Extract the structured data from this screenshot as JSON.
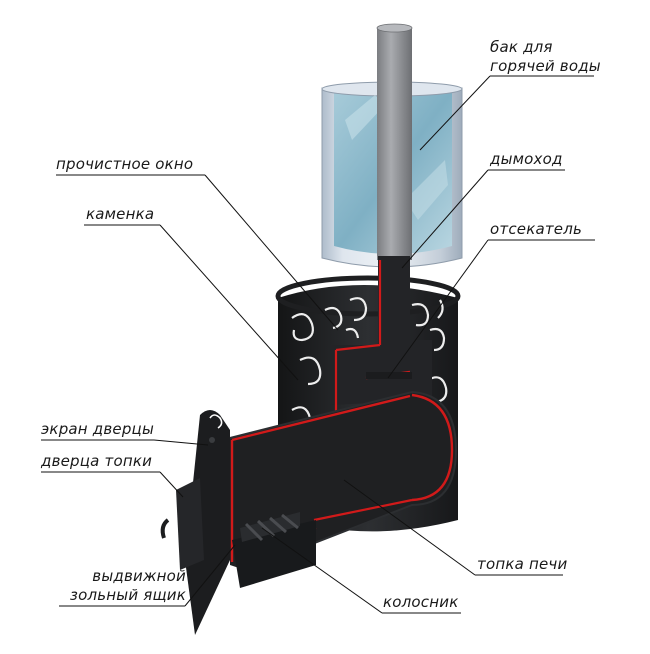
{
  "labels": {
    "water_tank": [
      "бак для",
      "горячей воды"
    ],
    "chimney": "дымоход",
    "cutoff": "отсекатель",
    "cleaning_window": "прочистное окно",
    "heater_stones": "каменка",
    "door_screen": "экран дверцы",
    "firebox_door": "дверца топки",
    "ash_drawer": [
      "выдвижной",
      "зольный ящик"
    ],
    "firebox": "топка печи",
    "grate": "колосник"
  },
  "colors": {
    "metal": "#1e1f21",
    "metal_shade": "#2e3033",
    "highlight": "#d11a1a",
    "tank_outer": "#c9d3de",
    "tank_water": "#8fb7c9",
    "pipe": "#8d8f93",
    "leader": "#111111"
  }
}
